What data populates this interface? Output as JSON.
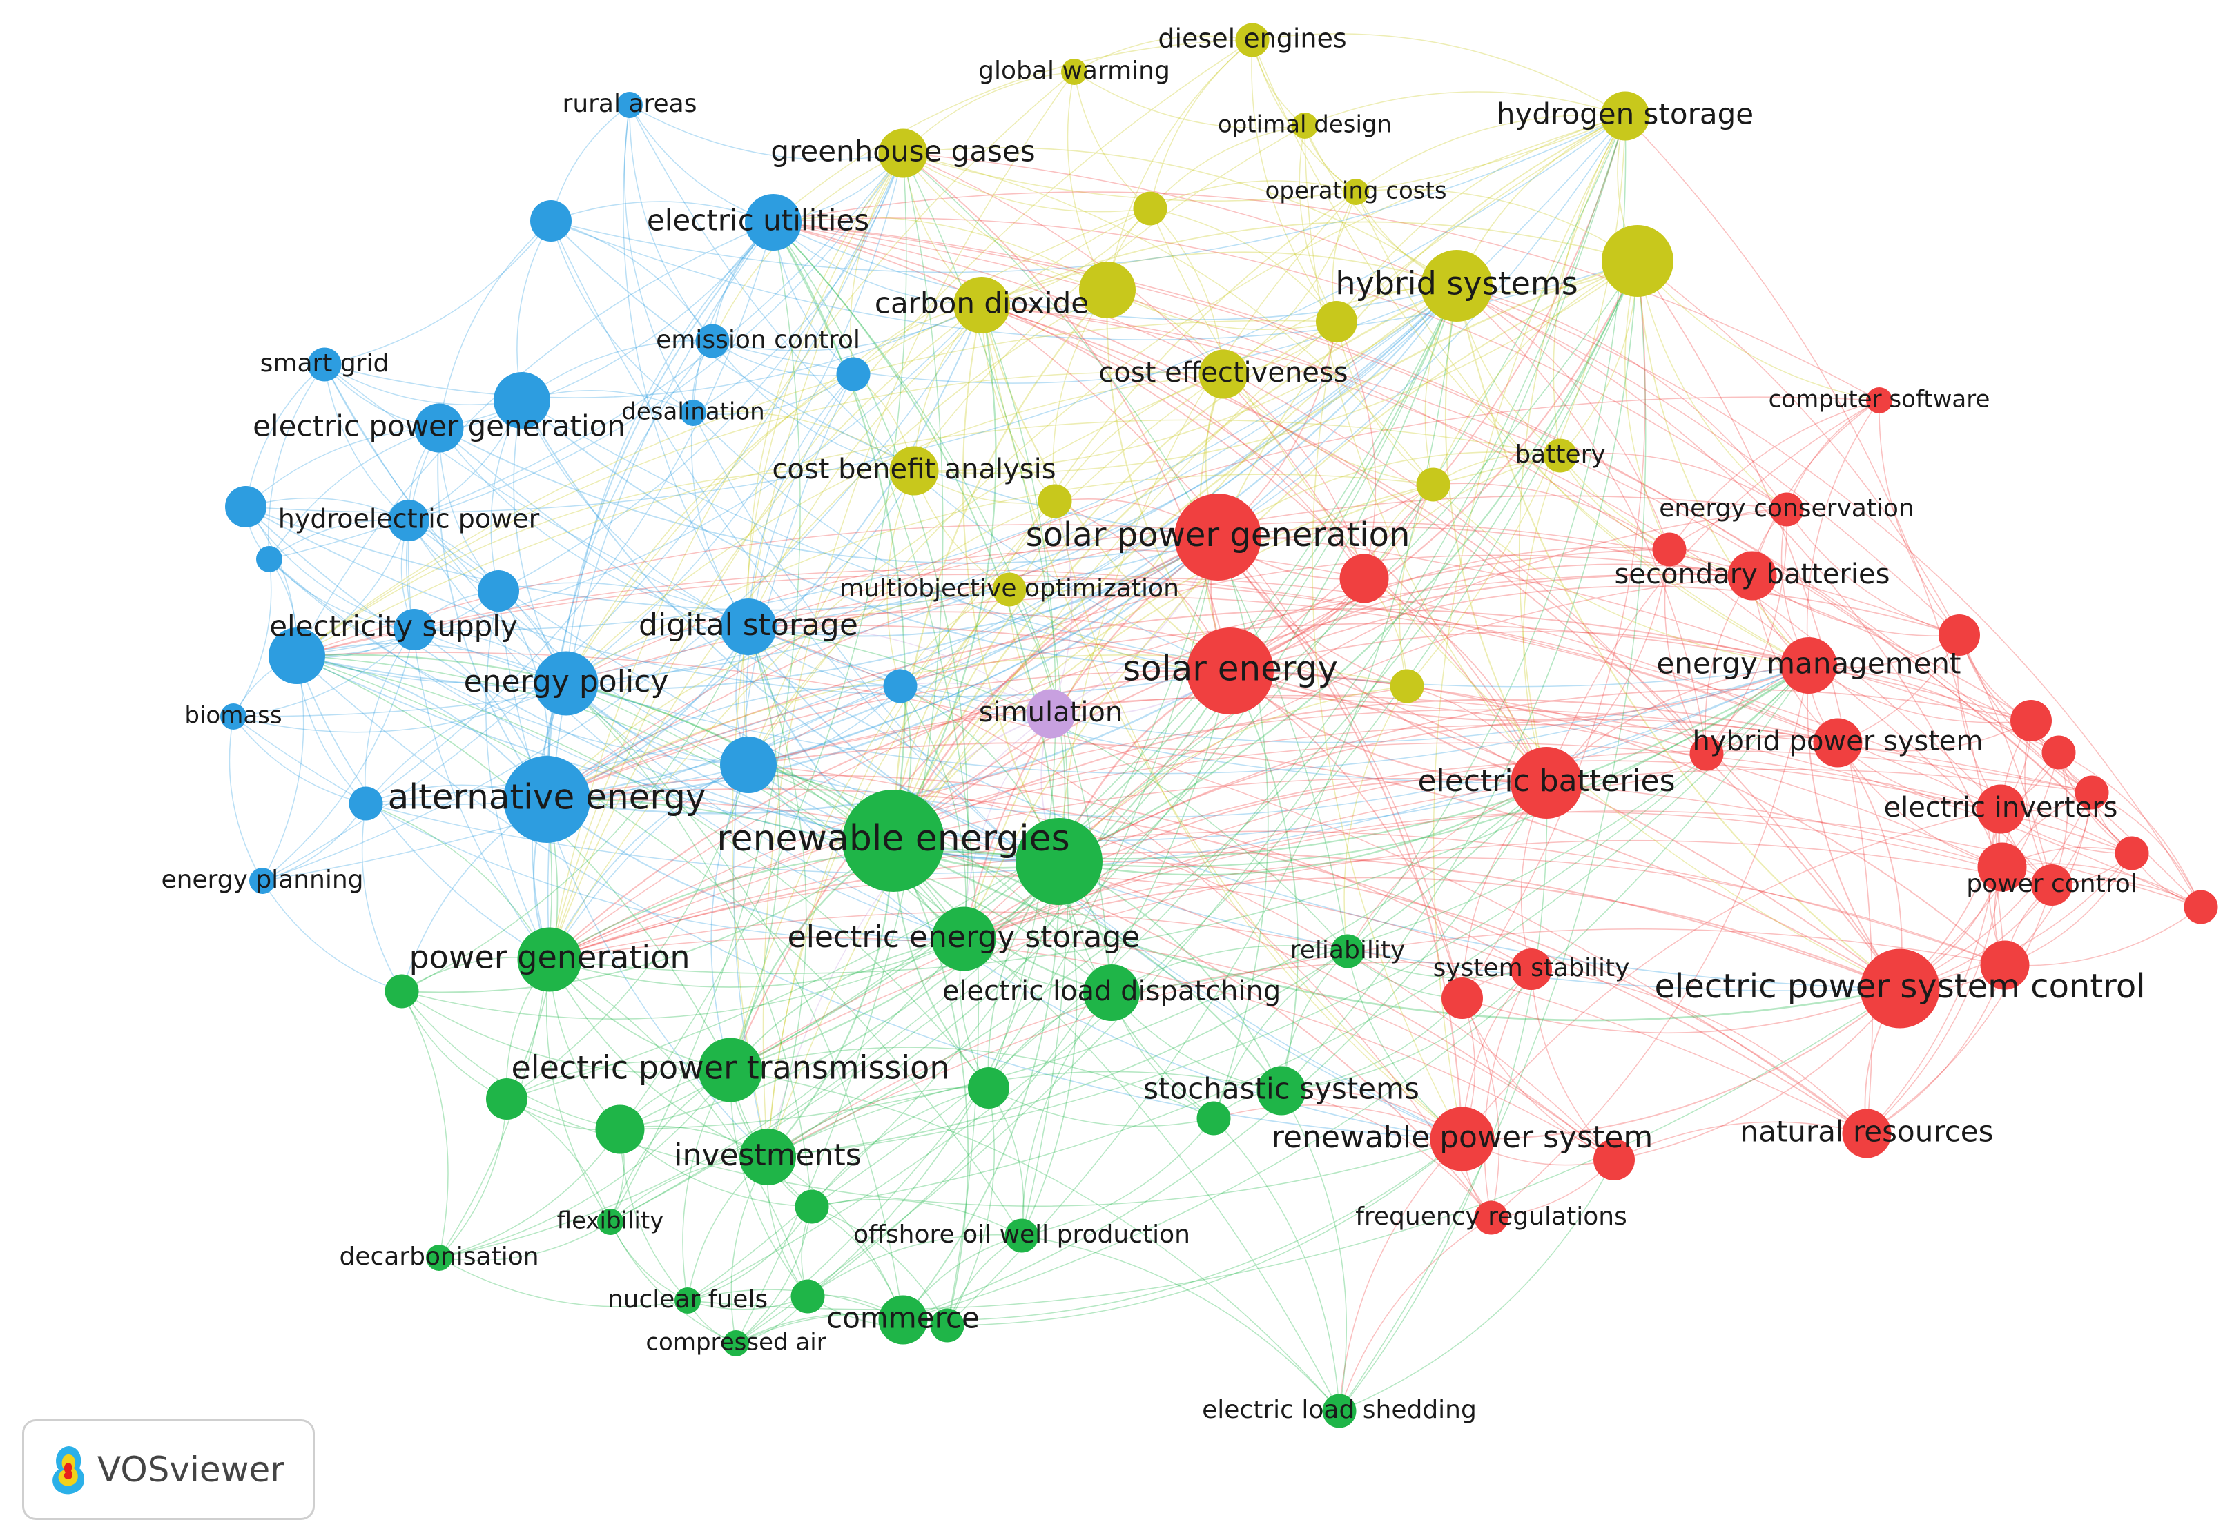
{
  "legend": {
    "app_name": "VOSviewer"
  },
  "clusters": {
    "red": "#f04040",
    "green": "#1fb548",
    "blue": "#2d9de0",
    "yellow": "#c8c81c",
    "purple": "#c8a0e0"
  },
  "nodes": [
    {
      "id": "rural-areas",
      "label": "rural areas",
      "c": "blue",
      "w": 1
    },
    {
      "id": "electric-utilities",
      "label": "electric utilities",
      "c": "blue",
      "w": 3
    },
    {
      "id": "smart-grid",
      "label": "smart grid",
      "c": "blue",
      "w": 1.5
    },
    {
      "id": "emission-control",
      "label": "emission control",
      "c": "blue",
      "w": 1.5
    },
    {
      "id": "electric-power-generation",
      "label": "electric power generation",
      "c": "blue",
      "w": 2.5
    },
    {
      "id": "desalination",
      "label": "desalination",
      "c": "blue",
      "w": 1
    },
    {
      "id": "hydroelectric-power",
      "label": "hydroelectric power",
      "c": "blue",
      "w": 2
    },
    {
      "id": "electricity-supply",
      "label": "electricity supply",
      "c": "blue",
      "w": 3
    },
    {
      "id": "digital-storage",
      "label": "digital storage",
      "c": "blue",
      "w": 3
    },
    {
      "id": "energy-policy",
      "label": "energy policy",
      "c": "blue",
      "w": 3.5
    },
    {
      "id": "biomass",
      "label": "biomass",
      "c": "blue",
      "w": 1
    },
    {
      "id": "alternative-energy",
      "label": "alternative energy",
      "c": "blue",
      "w": 5
    },
    {
      "id": "energy-planning",
      "label": "energy planning",
      "c": "blue",
      "w": 1
    },
    {
      "id": "diesel-engines",
      "label": "diesel engines",
      "c": "yellow",
      "w": 1.5
    },
    {
      "id": "global-warming",
      "label": "global warming",
      "c": "yellow",
      "w": 1
    },
    {
      "id": "optimal-design",
      "label": "optimal design",
      "c": "yellow",
      "w": 1
    },
    {
      "id": "hydrogen-storage",
      "label": "hydrogen storage",
      "c": "yellow",
      "w": 2.5
    },
    {
      "id": "greenhouse-gases",
      "label": "greenhouse gases",
      "c": "yellow",
      "w": 2.5
    },
    {
      "id": "operating-costs",
      "label": "operating costs",
      "c": "yellow",
      "w": 1
    },
    {
      "id": "hybrid-systems",
      "label": "hybrid systems",
      "c": "yellow",
      "w": 4
    },
    {
      "id": "carbon-dioxide",
      "label": "carbon dioxide",
      "c": "yellow",
      "w": 3
    },
    {
      "id": "cost-effectiveness",
      "label": "cost effectiveness",
      "c": "yellow",
      "w": 2.5
    },
    {
      "id": "battery",
      "label": "battery",
      "c": "yellow",
      "w": 1.5
    },
    {
      "id": "cost-benefit-analysis",
      "label": "cost benefit analysis",
      "c": "yellow",
      "w": 2.5
    },
    {
      "id": "multiobjective-optimization",
      "label": "multiobjective optimization",
      "c": "yellow",
      "w": 1.5
    },
    {
      "id": "simulation",
      "label": "simulation",
      "c": "purple",
      "w": 2.5
    },
    {
      "id": "computer-software",
      "label": "computer software",
      "c": "red",
      "w": 1
    },
    {
      "id": "energy-conservation",
      "label": "energy conservation",
      "c": "red",
      "w": 1.5
    },
    {
      "id": "solar-power-generation",
      "label": "solar power generation",
      "c": "red",
      "w": 5
    },
    {
      "id": "secondary-batteries",
      "label": "secondary batteries",
      "c": "red",
      "w": 2.5
    },
    {
      "id": "solar-energy",
      "label": "solar energy",
      "c": "red",
      "w": 5
    },
    {
      "id": "energy-management",
      "label": "energy management",
      "c": "red",
      "w": 3
    },
    {
      "id": "hybrid-power-system",
      "label": "hybrid power system",
      "c": "red",
      "w": 2.5
    },
    {
      "id": "electric-batteries",
      "label": "electric batteries",
      "c": "red",
      "w": 4
    },
    {
      "id": "electric-inverters",
      "label": "electric inverters",
      "c": "red",
      "w": 2.5
    },
    {
      "id": "power-control",
      "label": "power control",
      "c": "red",
      "w": 2
    },
    {
      "id": "reliability",
      "label": "reliability",
      "c": "green",
      "w": 1.5
    },
    {
      "id": "system-stability",
      "label": "system stability",
      "c": "red",
      "w": 2
    },
    {
      "id": "electric-power-system-control",
      "label": "electric power system control",
      "c": "red",
      "w": 4.5
    },
    {
      "id": "natural-resources",
      "label": "natural resources",
      "c": "red",
      "w": 2.5
    },
    {
      "id": "renewable-power-system",
      "label": "renewable power system",
      "c": "red",
      "w": 3.5
    },
    {
      "id": "frequency-regulations",
      "label": "frequency regulations",
      "c": "red",
      "w": 1.5
    },
    {
      "id": "renewable-energies",
      "label": "renewable energies",
      "c": "green",
      "w": 6
    },
    {
      "id": "power-generation",
      "label": "power generation",
      "c": "green",
      "w": 3.5
    },
    {
      "id": "electric-energy-storage",
      "label": "electric energy storage",
      "c": "green",
      "w": 3.5
    },
    {
      "id": "electric-load-dispatching",
      "label": "electric load dispatching",
      "c": "green",
      "w": 3
    },
    {
      "id": "electric-power-transmission",
      "label": "electric power transmission",
      "c": "green",
      "w": 3.5
    },
    {
      "id": "stochastic-systems",
      "label": "stochastic systems",
      "c": "green",
      "w": 2.5
    },
    {
      "id": "investments",
      "label": "investments",
      "c": "green",
      "w": 3
    },
    {
      "id": "flexibility",
      "label": "flexibility",
      "c": "green",
      "w": 1
    },
    {
      "id": "offshore-oil-well-production",
      "label": "offshore oil well production",
      "c": "green",
      "w": 1.5
    },
    {
      "id": "decarbonisation",
      "label": "decarbonisation",
      "c": "green",
      "w": 1
    },
    {
      "id": "nuclear-fuels",
      "label": "nuclear fuels",
      "c": "green",
      "w": 1
    },
    {
      "id": "commerce",
      "label": "commerce",
      "c": "green",
      "w": 2.5
    },
    {
      "id": "compressed-air",
      "label": "compressed air",
      "c": "green",
      "w": 1
    },
    {
      "id": "electric-load-shedding",
      "label": "electric load shedding",
      "c": "green",
      "w": 1.5
    },
    {
      "id": "n-b1",
      "label": "",
      "c": "blue",
      "w": 2
    },
    {
      "id": "n-b2",
      "label": "",
      "c": "blue",
      "w": 3
    },
    {
      "id": "n-b3",
      "label": "",
      "c": "blue",
      "w": 1.5
    },
    {
      "id": "n-b4",
      "label": "",
      "c": "blue",
      "w": 2
    },
    {
      "id": "n-b5",
      "label": "",
      "c": "blue",
      "w": 1
    },
    {
      "id": "n-b6",
      "label": "",
      "c": "blue",
      "w": 2
    },
    {
      "id": "n-b7",
      "label": "",
      "c": "blue",
      "w": 2
    },
    {
      "id": "n-b8",
      "label": "",
      "c": "blue",
      "w": 3
    },
    {
      "id": "n-b9",
      "label": "",
      "c": "blue",
      "w": 1.5
    },
    {
      "id": "n-b10",
      "label": "",
      "c": "blue",
      "w": 1.5
    },
    {
      "id": "n-y1",
      "label": "",
      "c": "yellow",
      "w": 1.5
    },
    {
      "id": "n-y2",
      "label": "",
      "c": "yellow",
      "w": 3
    },
    {
      "id": "n-y3",
      "label": "",
      "c": "yellow",
      "w": 4
    },
    {
      "id": "n-y4",
      "label": "",
      "c": "yellow",
      "w": 2
    },
    {
      "id": "n-y5",
      "label": "",
      "c": "yellow",
      "w": 1.5
    },
    {
      "id": "n-y6",
      "label": "",
      "c": "yellow",
      "w": 1.5
    },
    {
      "id": "n-y7",
      "label": "",
      "c": "yellow",
      "w": 1.5
    },
    {
      "id": "n-r1",
      "label": "",
      "c": "red",
      "w": 2.5
    },
    {
      "id": "n-r2",
      "label": "",
      "c": "red",
      "w": 1.5
    },
    {
      "id": "n-r3",
      "label": "",
      "c": "red",
      "w": 1.5
    },
    {
      "id": "n-r4",
      "label": "",
      "c": "red",
      "w": 2
    },
    {
      "id": "n-r5",
      "label": "",
      "c": "red",
      "w": 2
    },
    {
      "id": "n-r6",
      "label": "",
      "c": "red",
      "w": 1.5
    },
    {
      "id": "n-r7",
      "label": "",
      "c": "red",
      "w": 1.5
    },
    {
      "id": "n-r8",
      "label": "",
      "c": "red",
      "w": 1.5
    },
    {
      "id": "n-r9",
      "label": "",
      "c": "red",
      "w": 2.5
    },
    {
      "id": "n-r10",
      "label": "",
      "c": "red",
      "w": 2.5
    },
    {
      "id": "n-r11",
      "label": "",
      "c": "red",
      "w": 1.5
    },
    {
      "id": "n-r12",
      "label": "",
      "c": "red",
      "w": 2
    },
    {
      "id": "n-r13",
      "label": "",
      "c": "red",
      "w": 2
    },
    {
      "id": "n-g1",
      "label": "",
      "c": "green",
      "w": 5
    },
    {
      "id": "n-g2",
      "label": "",
      "c": "green",
      "w": 1.5
    },
    {
      "id": "n-g3",
      "label": "",
      "c": "green",
      "w": 2
    },
    {
      "id": "n-g4",
      "label": "",
      "c": "green",
      "w": 2.5
    },
    {
      "id": "n-g5",
      "label": "",
      "c": "green",
      "w": 2
    },
    {
      "id": "n-g6",
      "label": "",
      "c": "green",
      "w": 1.5
    },
    {
      "id": "n-g7",
      "label": "",
      "c": "green",
      "w": 1.5
    },
    {
      "id": "n-g8",
      "label": "",
      "c": "green",
      "w": 1.5
    },
    {
      "id": "n-g9",
      "label": "",
      "c": "green",
      "w": 1.5
    }
  ]
}
